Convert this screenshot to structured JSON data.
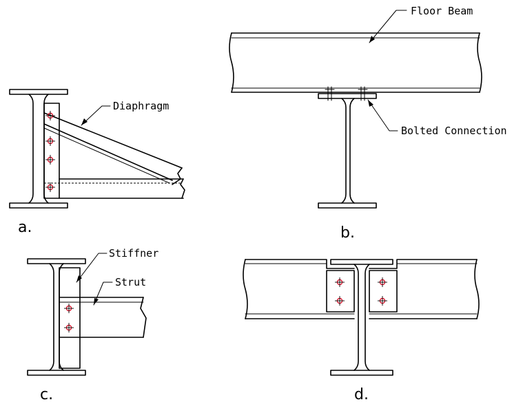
{
  "labels": {
    "floor_beam": "Floor Beam",
    "bolted_connection": "Bolted Connection",
    "diaphragm": "Diaphragm",
    "stiffener": "Stiffner",
    "strut": "Strut"
  },
  "captions": {
    "a": "a.",
    "b": "b.",
    "c": "c.",
    "d": "d."
  },
  "colors": {
    "line": "#000000",
    "bolt": "#d8001c",
    "background": "#ffffff"
  }
}
